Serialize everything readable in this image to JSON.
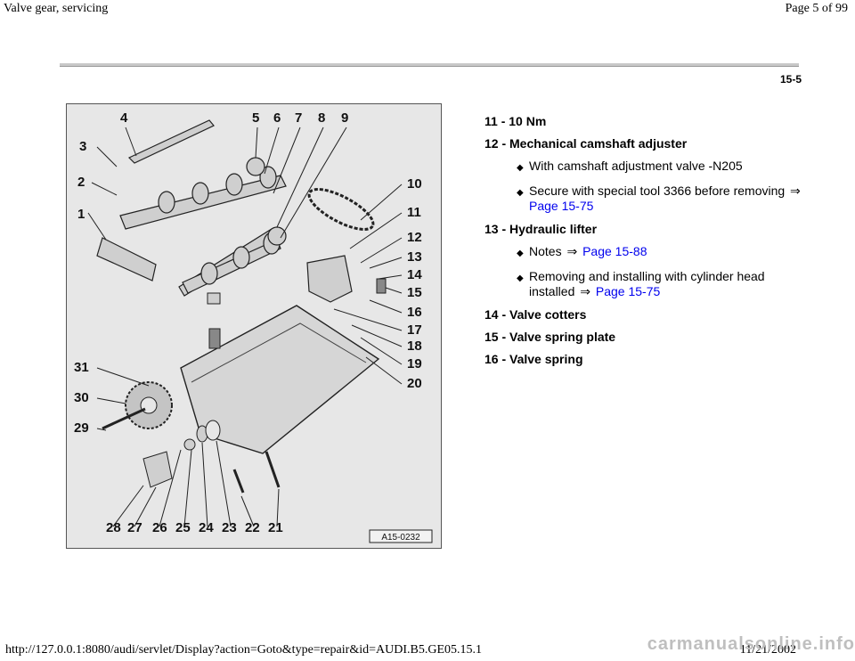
{
  "header": {
    "title": "Valve gear, servicing",
    "page": "Page 5 of 99"
  },
  "page_number": "15-5",
  "figure": {
    "ref": "A15-0232",
    "labels": {
      "top": [
        "4",
        "5",
        "6",
        "7",
        "8",
        "9"
      ],
      "left": [
        "3",
        "2",
        "1",
        "31",
        "30",
        "29"
      ],
      "right": [
        "10",
        "11",
        "12",
        "13",
        "14",
        "15",
        "16",
        "17",
        "18",
        "19",
        "20"
      ],
      "bottom": [
        "28",
        "27",
        "26",
        "25",
        "24",
        "23",
        "22",
        "21"
      ]
    }
  },
  "items": [
    {
      "text": "11 - 10 Nm",
      "subs": []
    },
    {
      "text": "12 - Mechanical camshaft adjuster",
      "subs": [
        {
          "text": "With camshaft adjustment valve -N205",
          "link": ""
        },
        {
          "text": "Secure with special tool 3366 before removing",
          "link": "Page 15-75"
        }
      ]
    },
    {
      "text": "13 - Hydraulic lifter",
      "subs": [
        {
          "text": "Notes",
          "link": "Page 15-88"
        },
        {
          "text": "Removing and installing with cylinder head installed",
          "link": "Page 15-75"
        }
      ]
    },
    {
      "text": "14 - Valve cotters",
      "subs": []
    },
    {
      "text": "15 - Valve spring plate",
      "subs": []
    },
    {
      "text": "16 - Valve spring",
      "subs": []
    }
  ],
  "footer": {
    "url": "http://127.0.0.1:8080/audi/servlet/Display?action=Goto&type=repair&id=AUDI.B5.GE05.15.1",
    "date": "11/21/2002",
    "watermark": "carmanualsonline.info"
  }
}
